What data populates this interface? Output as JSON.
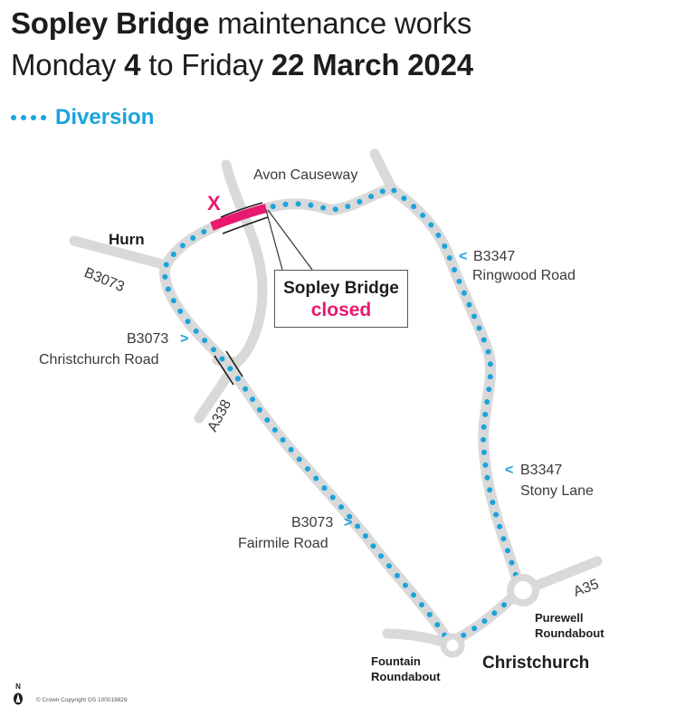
{
  "header": {
    "title_bold": "Sopley Bridge",
    "title_rest": " maintenance works",
    "date_pre": "Monday ",
    "date_start": "4",
    "date_mid": " to Friday ",
    "date_end": "22 March 2024"
  },
  "legend": {
    "label": "Diversion",
    "color": "#1aa4dc",
    "symbol": "blue-dotted-line"
  },
  "map": {
    "colors": {
      "road": "#d9d9d9",
      "diversion": "#1aa4dc",
      "closure": "#e8196e",
      "text": "#3a3a3a"
    },
    "closure_marker": "X",
    "callout": {
      "line1": "Sopley Bridge",
      "line2": "closed"
    },
    "labels": {
      "avon_causeway": "Avon Causeway",
      "hurn": "Hurn",
      "b3073_west": "B3073",
      "b3073_christchurch_road_num": "B3073",
      "christchurch_road": "Christchurch Road",
      "a338": "A338",
      "b3347_ringwood_num": "B3347",
      "ringwood_road": "Ringwood Road",
      "b3347_stony_num": "B3347",
      "stony_lane": "Stony Lane",
      "b3073_fairmile_num": "B3073",
      "fairmile_road": "Fairmile Road",
      "a35": "A35",
      "purewell_1": "Purewell",
      "purewell_2": "Roundabout",
      "fountain_1": "Fountain",
      "fountain_2": "Roundabout",
      "christchurch": "Christchurch"
    },
    "arrows": {
      "left": "<",
      "right": ">"
    }
  },
  "footer": {
    "north": "N",
    "copyright": "© Crown Copyright OS 100019829"
  }
}
